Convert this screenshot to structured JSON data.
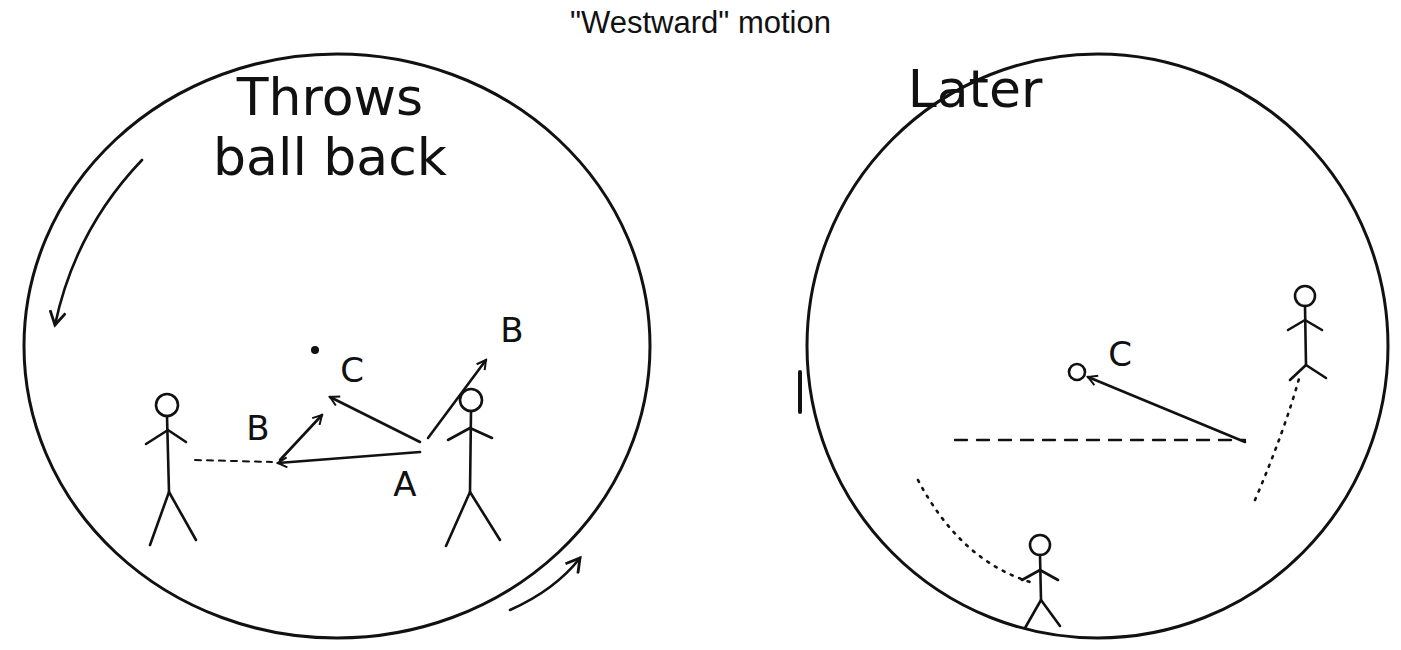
{
  "diagram": {
    "title": "\"Westward\" motion",
    "nodes": [
      {
        "text": [
          "Throws ball back"
        ]
      },
      {
        "text": [
          "Later"
        ]
      }
    ],
    "labels": [
      "B",
      "C",
      "B",
      "A",
      "C"
    ]
  }
}
